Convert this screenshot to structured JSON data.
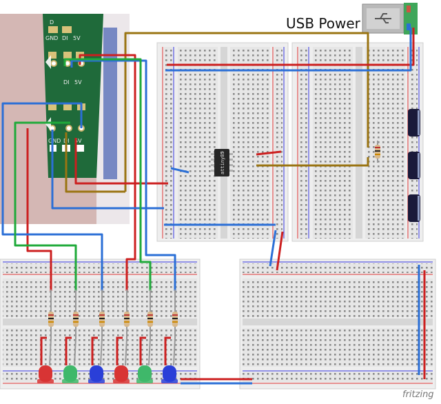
{
  "labels": {
    "usb_power": "USB Power",
    "chip": "attiny85",
    "brand": "fritzing"
  },
  "led_strip_pads": {
    "top_row": [
      "D",
      "GND",
      "DI",
      "5V"
    ],
    "middle_row": [
      "DI",
      "5V"
    ],
    "bottom_row": [
      "GND",
      "DI",
      "5V"
    ]
  },
  "leds": [
    {
      "color_name": "red",
      "color": "#d83434"
    },
    {
      "color_name": "green",
      "color": "#3fb86a"
    },
    {
      "color_name": "blue",
      "color": "#2a3fd8"
    },
    {
      "color_name": "red",
      "color": "#d83434"
    },
    {
      "color_name": "green",
      "color": "#3fb86a"
    },
    {
      "color_name": "blue",
      "color": "#2a3fd8"
    }
  ],
  "wire_colors": {
    "red": "#cc1f1f",
    "blue": "#2b6fd6",
    "green": "#1faa3a",
    "brown": "#9a7412",
    "black": "#111111"
  }
}
